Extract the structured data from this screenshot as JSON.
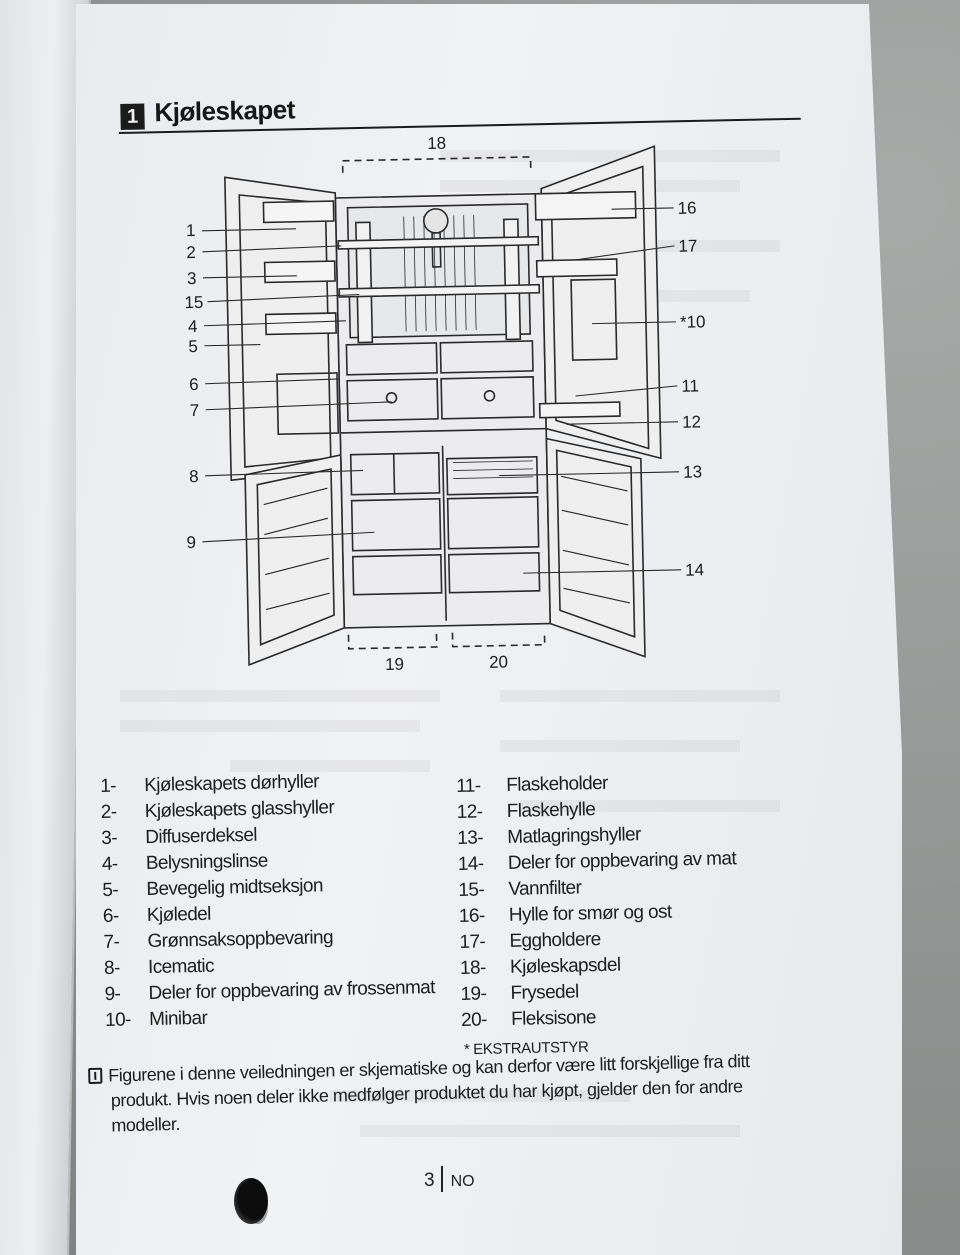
{
  "section": {
    "number": "1",
    "title": "Kjøleskapet"
  },
  "callouts": {
    "c1": "1",
    "c2": "2",
    "c3": "3",
    "c15": "15",
    "c4": "4",
    "c5": "5",
    "c6": "6",
    "c7": "7",
    "c8": "8",
    "c9": "9",
    "c16": "16",
    "c17": "17",
    "c10": "*10",
    "c11": "11",
    "c12": "12",
    "c13": "13",
    "c14": "14",
    "c18": "18",
    "c19": "19",
    "c20": "20"
  },
  "legend_left": [
    {
      "num": "1-",
      "text": "Kjøleskapets dørhyller"
    },
    {
      "num": "2-",
      "text": "Kjøleskapets glasshyller"
    },
    {
      "num": "3-",
      "text": "Diffuserdeksel"
    },
    {
      "num": "4-",
      "text": "Belysningslinse"
    },
    {
      "num": "5-",
      "text": "Bevegelig midtseksjon"
    },
    {
      "num": "6-",
      "text": "Kjøledel"
    },
    {
      "num": "7-",
      "text": "Grønnsaksoppbevaring"
    },
    {
      "num": "8-",
      "text": "Icematic"
    },
    {
      "num": "9-",
      "text": "Deler for oppbevaring av frossenmat"
    },
    {
      "num": "10-",
      "text": "Minibar"
    }
  ],
  "legend_right": [
    {
      "num": "11-",
      "text": "Flaskeholder"
    },
    {
      "num": "12-",
      "text": "Flaskehylle"
    },
    {
      "num": "13-",
      "text": "Matlagringshyller"
    },
    {
      "num": "14-",
      "text": "Deler for oppbevaring av mat"
    },
    {
      "num": "15-",
      "text": "Vannfilter"
    },
    {
      "num": "16-",
      "text": "Hylle for smør og ost"
    },
    {
      "num": "17-",
      "text": "Eggholdere"
    },
    {
      "num": "18-",
      "text": "Kjøleskapsdel"
    },
    {
      "num": "19-",
      "text": "Frysedel"
    },
    {
      "num": "20-",
      "text": "Fleksisone"
    }
  ],
  "extras_note": "* EKSTRAUTSTYR",
  "note": {
    "line1": "Figurene i denne veiledningen er skjematiske og kan derfor være litt forskjellige fra ditt",
    "rest": "produkt. Hvis noen deler ikke medfølger produktet du har kjøpt, gjelder den for andre modeller."
  },
  "footer": {
    "page": "3",
    "lang": "NO"
  }
}
